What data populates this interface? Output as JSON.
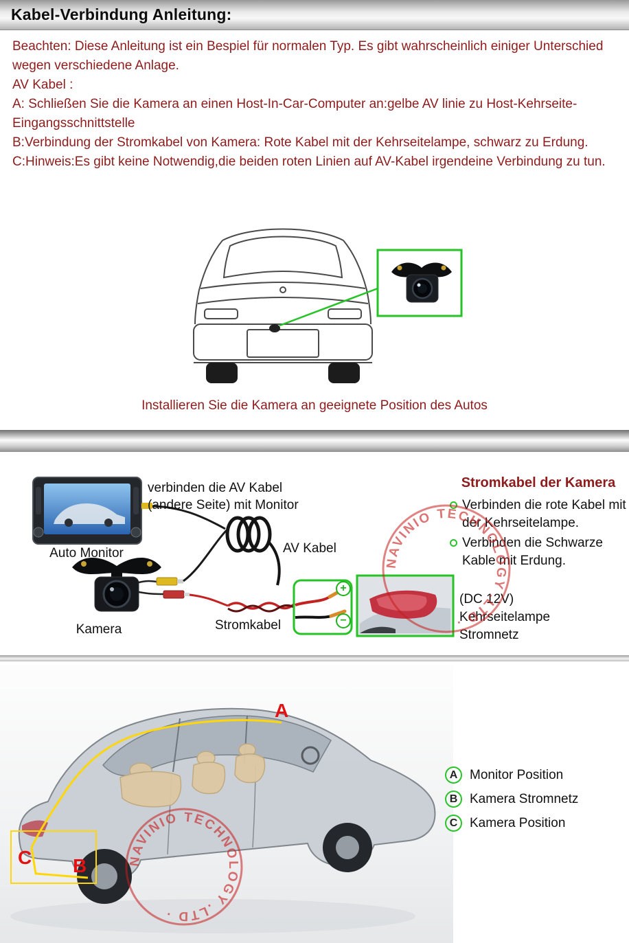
{
  "colors": {
    "dark_red_text": "#8e1c1c",
    "accent_green": "#2bc32b",
    "marker_red": "#e21212",
    "routing_yellow": "#ffd60a"
  },
  "header": {
    "title": "Kabel-Verbindung Anleitung:"
  },
  "instructions": {
    "lines": [
      "Beachten: Diese Anleitung ist ein Bespiel für normalen Typ. Es gibt wahrscheinlich einiger Unterschied wegen verschiedene Anlage.",
      "AV Kabel :",
      "A: Schließen Sie die Kamera an einen Host-In-Car-Computer an:gelbe AV linie zu Host-Kehrseite-Eingangsschnittstelle",
      "B:Verbindung der Stromkabel von Kamera: Rote Kabel mit der Kehrseitelampe, schwarz zu Erdung.",
      "C:Hinweis:Es gibt keine Notwendig,die beiden roten Linien auf AV-Kabel irgendeine Verbindung zu tun."
    ]
  },
  "rear_view_section": {
    "caption": "Installieren Sie die Kamera an geeignete Position des Autos"
  },
  "wiring_section": {
    "av_note": "verbinden die AV Kabel (andere Seite) mit Monitor",
    "monitor_label": "Auto Monitor",
    "av_cable_label": "AV Kabel",
    "camera_label": "Kamera",
    "power_cable_label": "Stromkabel",
    "plus_icon": "+",
    "minus_icon": "−",
    "power_panel": {
      "title": "Stromkabel der Kamera",
      "bullets": [
        "Verbinden die rote Kabel mit der Kehrseitelampe.",
        "Verbinden die Schwarze Kable mit Erdung."
      ],
      "dc_note_lines": [
        "(DC 12V)",
        "Kehrseitelampe",
        "Stromnetz"
      ]
    },
    "watermark": "NAVINIO TECHNOLOGY .LTD ·"
  },
  "position_section": {
    "markers": [
      {
        "letter": "A",
        "label": "Monitor Position"
      },
      {
        "letter": "B",
        "label": "Kamera Stromnetz"
      },
      {
        "letter": "C",
        "label": "Kamera Position"
      }
    ],
    "watermark": "NAVINIO TECHNOLOGY .LTD ·"
  }
}
